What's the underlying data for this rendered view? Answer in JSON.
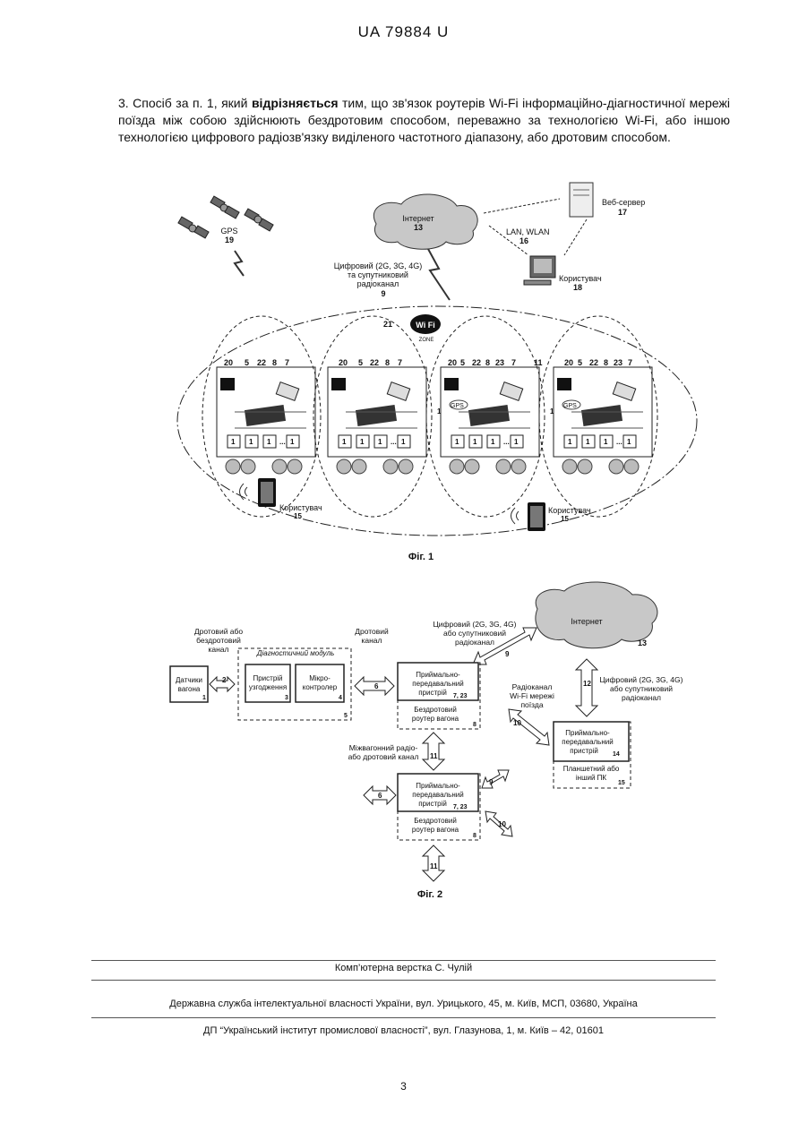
{
  "header": {
    "patent_number": "UA 79884 U"
  },
  "claim": {
    "pre": "3. Спосіб за п. 1, який ",
    "bold": "відрізняється",
    "post": " тим, що зв'язок роутерів Wi-Fi інформаційно-діагностичної мережі поїзда між собою здійснюють бездротовим способом, переважно за технологією Wi-Fi, або іншою технологією цифрового радіозв'язку виділеного частотного діапазону, або дротовим способом."
  },
  "fig1": {
    "caption": "Фіг. 1",
    "gps_label": "GPS",
    "gps_num": "19",
    "internet_label": "Інтернет",
    "internet_num": "13",
    "lan_label": "LAN, WLAN",
    "lan_num": "16",
    "server_label": "Веб-сервер",
    "server_num": "17",
    "user_label": "Користувач",
    "user_num": "18",
    "radio_line1": "Цифровий (2G, 3G, 4G)",
    "radio_line2": "та супутниковий",
    "radio_line3": "радіоканал",
    "radio_num": "9",
    "zone_num": "21",
    "wifi_text": "Wi Fi",
    "zone_text": "ZONE",
    "cars": [
      {
        "labels": [
          "20",
          "5",
          "22",
          "8",
          "7"
        ]
      },
      {
        "labels": [
          "20",
          "5",
          "22",
          "8",
          "7"
        ]
      },
      {
        "labels": [
          "20",
          "5",
          "22",
          "8",
          "23",
          "7"
        ]
      },
      {
        "labels": [
          "20",
          "5",
          "22",
          "8",
          "23",
          "7"
        ]
      }
    ],
    "label_11": "11",
    "gps_badge": "GPS",
    "label_1": "1",
    "sensor_label": "1",
    "dots": "...",
    "tablet_user": "Користувач",
    "tablet_num": "15"
  },
  "fig2": {
    "caption": "Фіг. 2",
    "internet_label": "Інтернет",
    "internet_num": "13",
    "wired_wireless_1": "Дротовий або",
    "wired_wireless_2": "бездротовий",
    "wired_wireless_3": "канал",
    "diag_module": "Діагностичний модуль",
    "sensors_1": "Датчики",
    "sensors_2": "вагона",
    "sensors_num": "1",
    "n2": "2",
    "matcher_1": "Пристрій",
    "matcher_2": "узгодження",
    "matcher_num": "3",
    "mcu_1": "Мікро-",
    "mcu_2": "контролер",
    "mcu_num": "4",
    "module_num": "5",
    "wired_1": "Дротовий",
    "wired_2": "канал",
    "n6": "6",
    "digital_1": "Цифровий (2G, 3G, 4G)",
    "digital_2": "або супутниковий",
    "digital_3": "радіоканал",
    "n9": "9",
    "trx_1": "Приймально-",
    "trx_2": "передавальний",
    "trx_3": "пристрій",
    "trx_num": "7, 23",
    "router_1": "Бездротовий",
    "router_2": "роутер вагона",
    "router_num": "8",
    "wifi_ch_1": "Радіоканал",
    "wifi_ch_2": "Wi-Fi мережі",
    "wifi_ch_3": "поїзда",
    "n10": "10",
    "n12": "12",
    "right_digital_1": "Цифровий (2G, 3G, 4G)",
    "right_digital_2": "або супутниковий",
    "right_digital_3": "радіоканал",
    "pc_trx_1": "Приймально-",
    "pc_trx_2": "передавальний",
    "pc_trx_3": "пристрій",
    "pc_trx_num": "14",
    "tablet_1": "Планшетний або",
    "tablet_2": "інший ПК",
    "tablet_num": "15",
    "intercar_1": "Міжвагонний радіо-",
    "intercar_2": "або дротовий канал",
    "n11": "11"
  },
  "footer": {
    "layout": "Комп’ютерна верстка С. Чулій",
    "office": "Державна служба інтелектуальної власності України, вул. Урицького, 45, м. Київ, МСП, 03680, Україна",
    "institute": "ДП “Український інститут промислової власності”, вул. Глазунова, 1, м. Київ – 42, 01601",
    "page": "3"
  }
}
